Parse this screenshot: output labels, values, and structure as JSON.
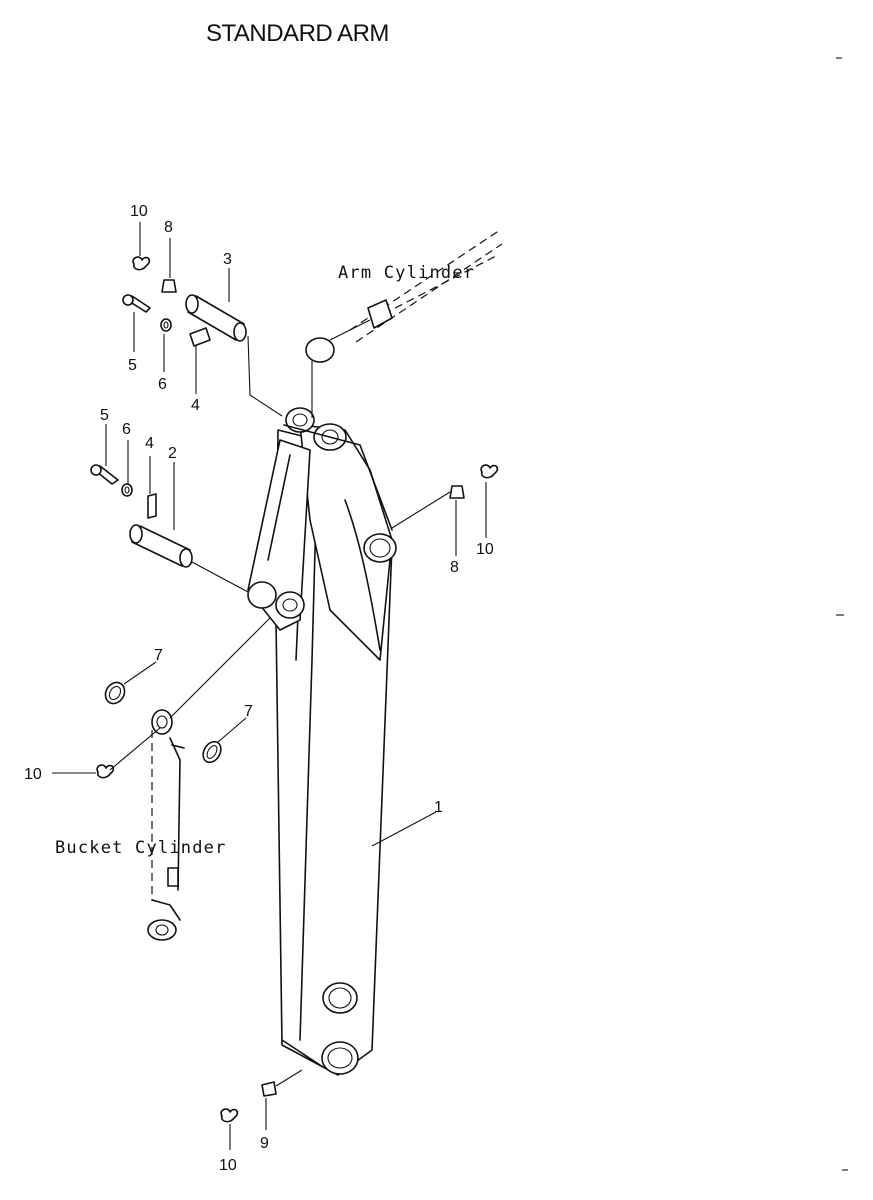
{
  "title": "STANDARD ARM",
  "labels": {
    "arm_cylinder": "Arm Cylinder",
    "bucket_cylinder": "Bucket Cylinder"
  },
  "callouts": {
    "arm": "1",
    "pin_lower": "2",
    "pin_upper": "3",
    "plate_upper": "4",
    "plate_lower": "4",
    "bolt_upper": "5",
    "bolt_lower": "5",
    "washer_upper": "6",
    "washer_lower": "6",
    "shim_left": "7",
    "shim_right": "7",
    "grease_top": "8",
    "grease_right": "8",
    "grease_bottom": "9",
    "cap_top": "10",
    "cap_right": "10",
    "cap_left": "10",
    "cap_bottom": "10"
  }
}
